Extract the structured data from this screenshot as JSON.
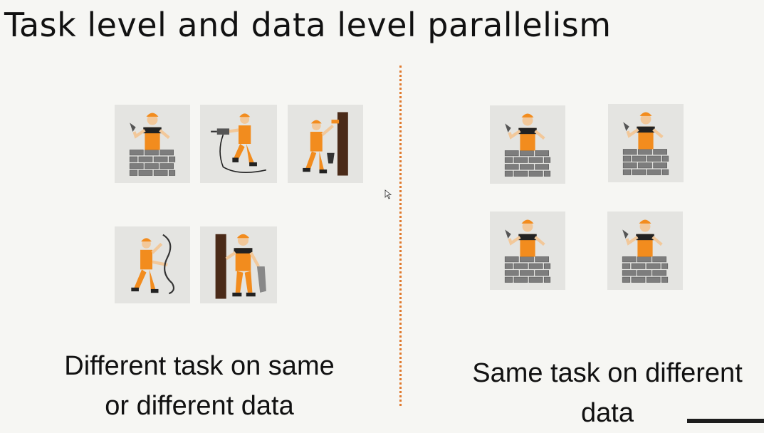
{
  "slide": {
    "title": "Task level and data level parallelism",
    "left_caption_line1": "Different task on same",
    "left_caption_line2": "or different data",
    "right_caption_line1": "Same task on different",
    "right_caption_line2": "data"
  },
  "colors": {
    "accent": "#f28c1e",
    "divider": "#e07a2e",
    "brick": "#7d7d7d",
    "tile_bg": "#e4e4e1"
  },
  "icons": {
    "left": [
      "bricklayer-icon",
      "driller-icon",
      "painter-icon",
      "electrician-icon",
      "carpenter-icon"
    ],
    "right": [
      "bricklayer-icon",
      "bricklayer-icon",
      "bricklayer-icon",
      "bricklayer-icon"
    ]
  }
}
